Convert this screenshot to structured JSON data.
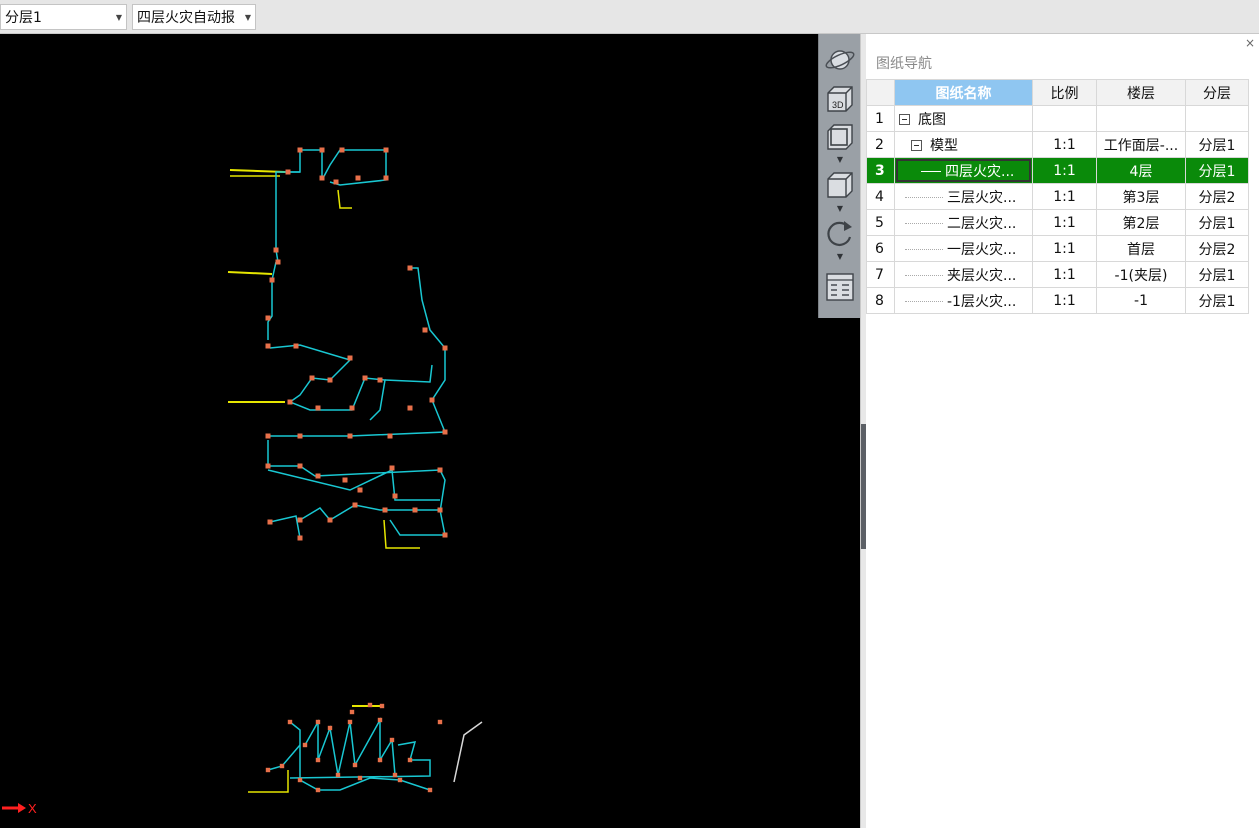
{
  "toolbar": {
    "layer_select": "分层1",
    "drawing_select": "四层火灾自动报"
  },
  "view_tools": [
    "orbit-icon",
    "view-3d-icon",
    "view-top-icon",
    "view-front-icon",
    "rotate-icon",
    "layer-list-icon"
  ],
  "view_tools_labels": {
    "view_3d": "3D"
  },
  "nav_panel": {
    "close": "×",
    "title": "图纸导航",
    "columns": [
      "图纸名称",
      "比例",
      "楼层",
      "分层"
    ],
    "rows": [
      {
        "num": "1",
        "name": "底图",
        "scale": "",
        "floor": "",
        "layer": ""
      },
      {
        "num": "2",
        "name": "模型",
        "scale": "1:1",
        "floor": "工作面层-...",
        "layer": "分层1"
      },
      {
        "num": "3",
        "name": "四层火灾...",
        "scale": "1:1",
        "floor": "4层",
        "layer": "分层1"
      },
      {
        "num": "4",
        "name": "三层火灾...",
        "scale": "1:1",
        "floor": "第3层",
        "layer": "分层2"
      },
      {
        "num": "5",
        "name": "二层火灾...",
        "scale": "1:1",
        "floor": "第2层",
        "layer": "分层1"
      },
      {
        "num": "6",
        "name": "一层火灾...",
        "scale": "1:1",
        "floor": "首层",
        "layer": "分层2"
      },
      {
        "num": "7",
        "name": "夹层火灾...",
        "scale": "1:1",
        "floor": "-1(夹层)",
        "layer": "分层1"
      },
      {
        "num": "8",
        "name": "-1层火灾...",
        "scale": "1:1",
        "floor": "-1",
        "layer": "分层1"
      }
    ]
  },
  "axis": {
    "x_label": "X"
  },
  "colors": {
    "selected_row": "#0a8a0a",
    "header_selected": "#8fc6f1",
    "wire": "#19c7d2",
    "device": "#e8704a",
    "annotation": "#e6e600"
  }
}
